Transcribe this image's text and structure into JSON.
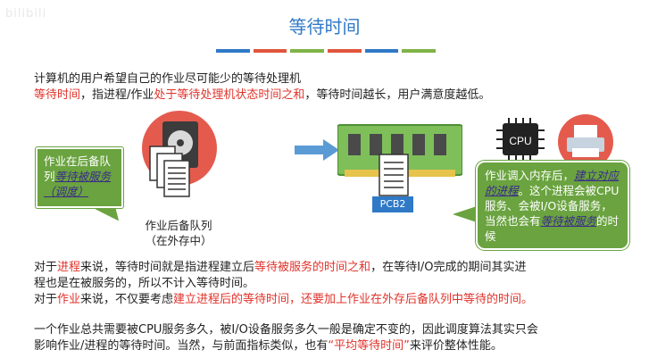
{
  "watermark": "bilibili",
  "title": "等待时间",
  "title_bar_colors": [
    "#2f79c7",
    "#e0553d",
    "#7fb347",
    "#e0553d",
    "#2f79c7",
    "#7fb347"
  ],
  "intro": {
    "line1": "计算机的用户希望自己的作业尽可能少的等待处理机",
    "line2_a": "等待时间",
    "line2_b": "，指进程/作业",
    "line2_c": "处于等待处理机状态时间之和",
    "line2_d": "，等待时间越长，用户满意度越低。"
  },
  "bubble_left": {
    "text_a": "作业在后备队列",
    "text_em": "等待被服务（调度）"
  },
  "queue_label": {
    "line1": "作业后备队列",
    "line2": "（在外存中）"
  },
  "pcb_label": "PCB2",
  "cpu_label": "CPU",
  "bubble_right": {
    "text_a": "作业调入内存后，",
    "text_em1": "建立对应的进程",
    "text_b": "。这个进程会被CPU服务、会被I/O设备服务，当然也会有",
    "text_em2": "等待被服务",
    "text_c": "的时候"
  },
  "para_process": {
    "a": "对于",
    "b": "进程",
    "c": "来说，等待时间就是指进程建立后",
    "d": "等待被服务的时间之和",
    "e": "，在等待I/O完成的期间其实进",
    "f": "程也是在被服务的，所以不计入等待时间。"
  },
  "para_job": {
    "a": "对于",
    "b": "作业",
    "c": "来说，不仅要考虑",
    "d": "建立进程后的等待时间，还要加上作业在外存后备队列中等待的时间。"
  },
  "para_summary": {
    "line1": "一个作业总共需要被CPU服务多久，被I/O设备服务多久一般是确定不变的，因此调度算法其实只会",
    "line2_a": "影响作业/进程的等待时间。当然，与前面指标类似，也有",
    "line2_b": "“平均等待时间”",
    "line2_c": "来评价整体性能。"
  }
}
